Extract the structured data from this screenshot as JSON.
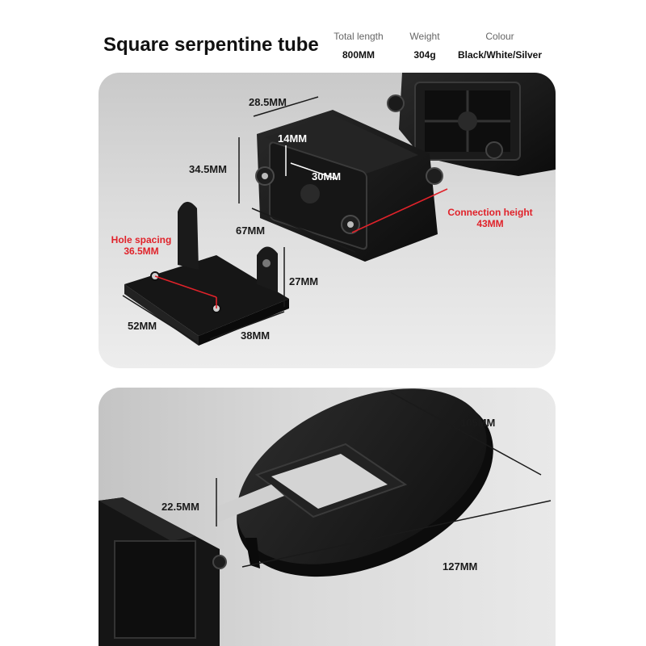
{
  "header": {
    "title": "Square serpentine tube",
    "specs": [
      {
        "label": "Total length",
        "value": "800MM"
      },
      {
        "label": "Weight",
        "value": "304g"
      },
      {
        "label": "Colour",
        "value": "Black/White/Silver"
      }
    ]
  },
  "top_panel": {
    "dims": {
      "width": "28.5MM",
      "inner_width": "14MM",
      "inner_length": "30MM",
      "height": "34.5MM",
      "length": "67MM",
      "connection_height_line1": "Connection height",
      "connection_height_line2": "43MM",
      "hole_spacing_line1": "Hole spacing",
      "hole_spacing_line2": "36.5MM",
      "bracket_height": "27MM",
      "bracket_length": "52MM",
      "bracket_width": "38MM"
    }
  },
  "bottom_panel": {
    "dims": {
      "width": "105MM",
      "thickness": "22.5MM",
      "length": "127MM"
    }
  },
  "colors": {
    "product": "#141414",
    "annotation_red": "#e0222a"
  }
}
